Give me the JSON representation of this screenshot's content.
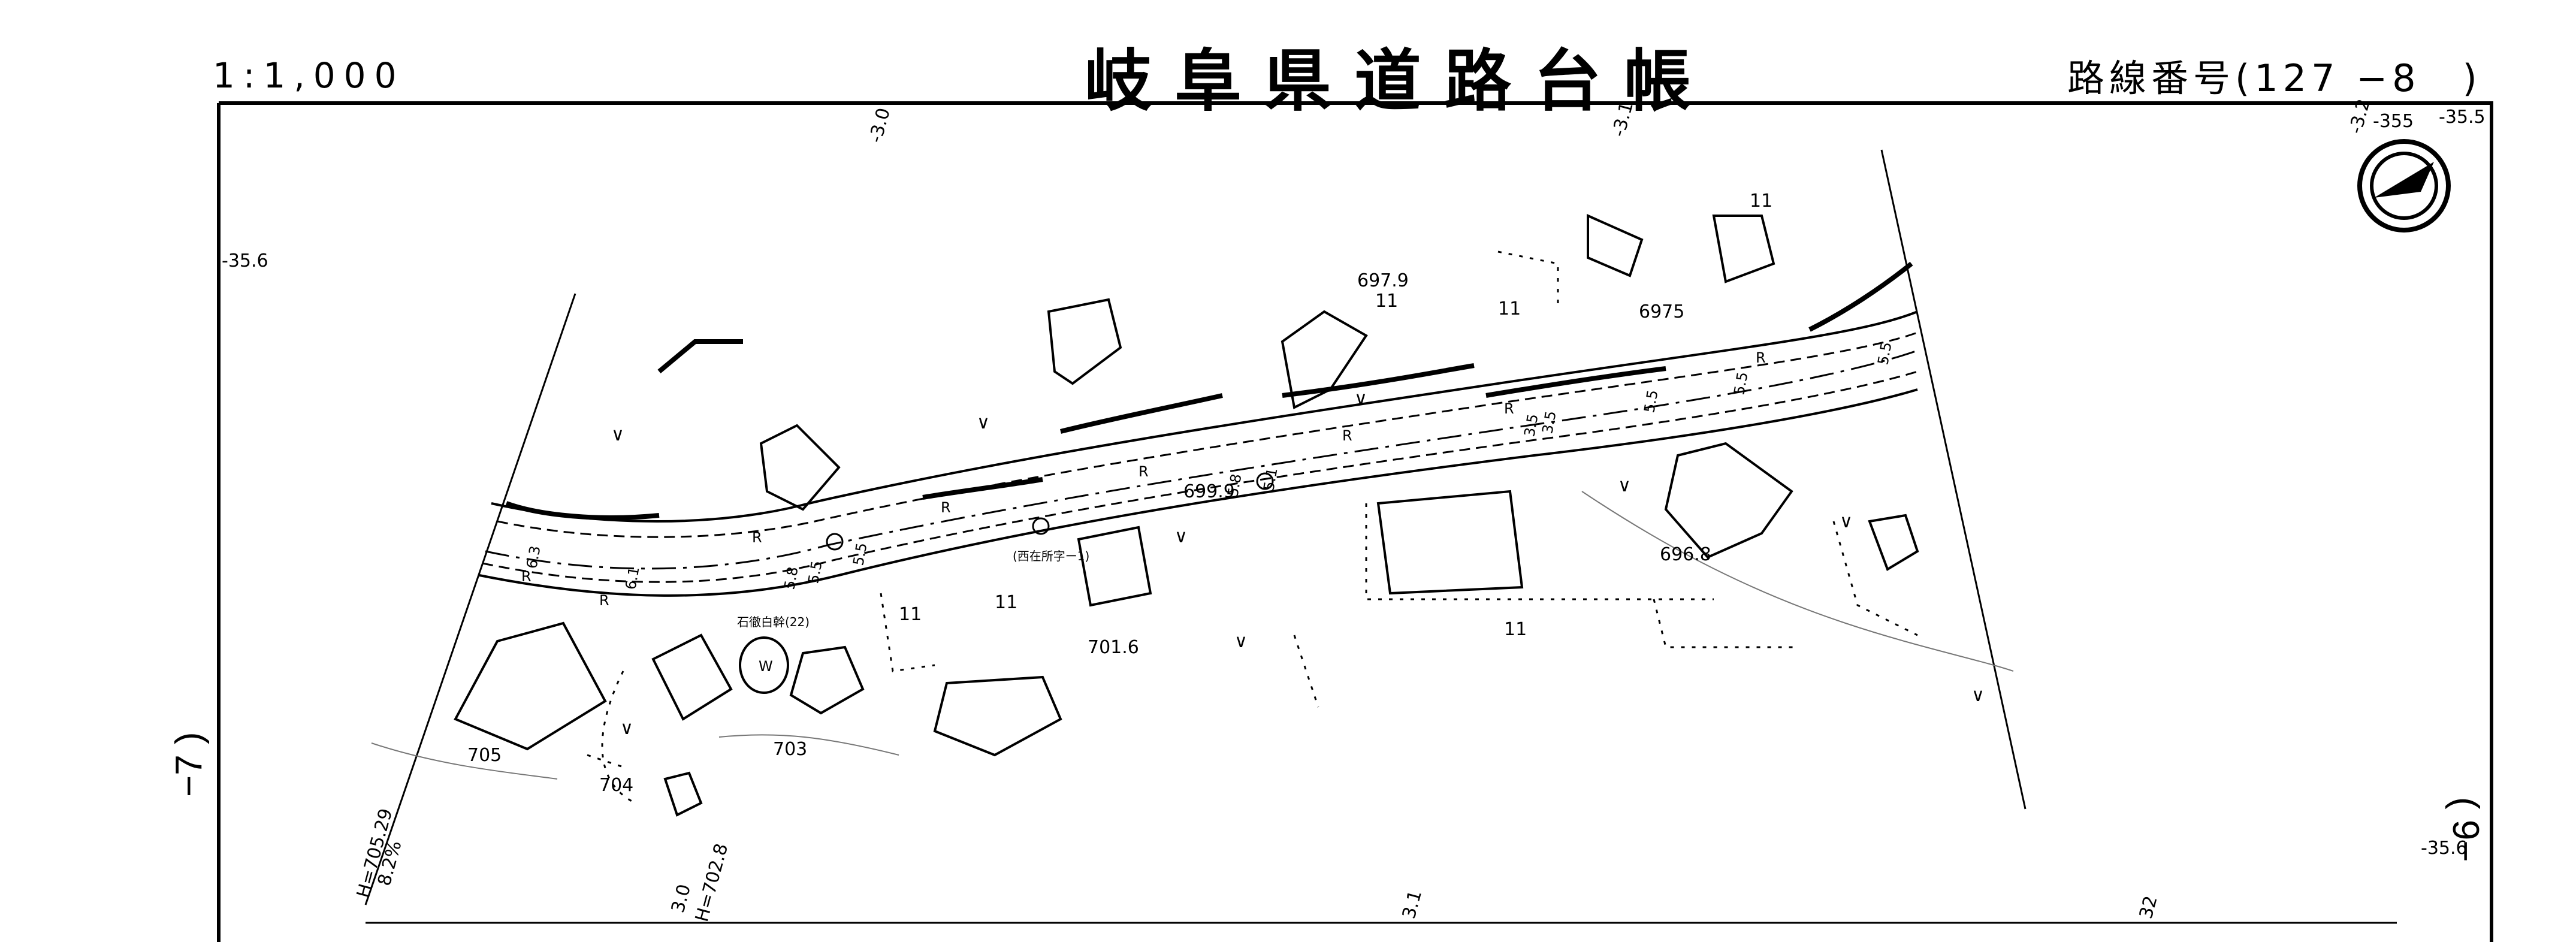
{
  "header": {
    "scale": "1:1,000",
    "title": "岐阜県道路台帳",
    "route_number": "路線番号(127 −8　)"
  },
  "margin": {
    "left_tab": "−7 )",
    "right_tab": "( 9−"
  },
  "map": {
    "elevations": {
      "e697_9": "697.9",
      "e6975": "6975",
      "e699_9": "699.9",
      "e696_8": "696.8",
      "e701_6": "701.6",
      "e705": "705",
      "e704": "704",
      "e703": "703"
    },
    "grid_labels": {
      "g30_top": "-3.0",
      "g31_top": "-3.1",
      "g32_top": "-3.2",
      "g355": "-355",
      "g355b": "-35.5",
      "g356_left": "-35.6",
      "g356_right": "-35.6",
      "g30_bottom": "3.0",
      "g31_bottom": "3.1",
      "g32_bottom": "32"
    },
    "widths": {
      "w6_3": "6.3",
      "w6_1": "6.1",
      "w5_8": "5.8",
      "w5_5": "5.5",
      "w5_5b": "5.5",
      "w5_8b": "5.8",
      "w5_1": "5.1",
      "w3_5": "3.5",
      "w3_5b": "3.5",
      "w5_5c": "5.5",
      "w5_5d": "5.5",
      "w5_5e": "5.5"
    },
    "annotations": {
      "r_marker": "R",
      "water": "W",
      "place_note_1": "(西在所字ー1)",
      "place_note_2": "石徹白幹(22)",
      "gradient_h1": "H=705.29",
      "gradient_pct": "8.2%",
      "gradient_h2": "H=702.8",
      "mark_ll": "11",
      "tree": "∨"
    },
    "north_arrow_icon": "north-arrow-icon"
  }
}
